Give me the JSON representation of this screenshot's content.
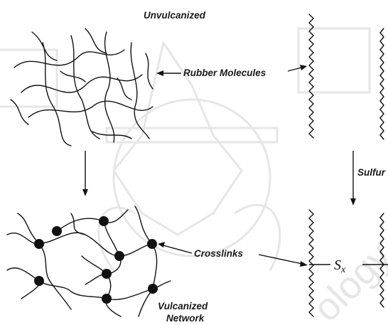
{
  "labels": {
    "unvulcanized": "Unvulcanized",
    "rubber_molecules": "Rubber Molecules",
    "crosslinks": "Crosslinks",
    "vulcanized_line1": "Vulcanized",
    "vulcanized_line2": "Network",
    "sulfur": "Sulfur",
    "sx_symbol": "S",
    "sx_subscript": "x"
  },
  "watermark": {
    "text": "ology",
    "color": "#e6e6e6"
  },
  "colors": {
    "ink": "#111111",
    "background": "#ffffff"
  }
}
